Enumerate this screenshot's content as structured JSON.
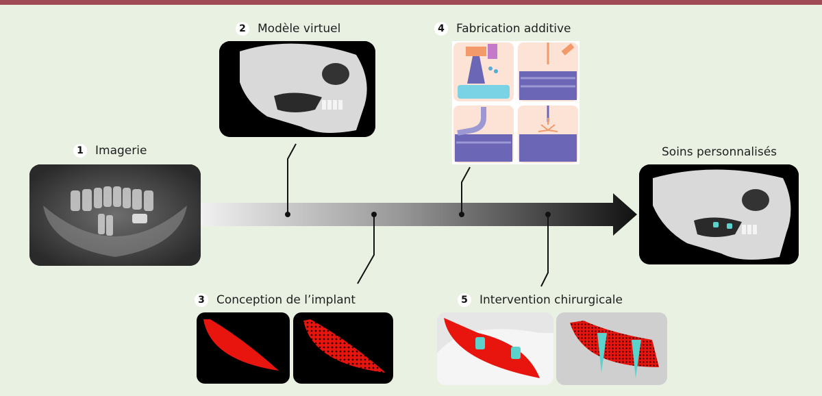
{
  "steps": [
    {
      "num": "1",
      "label": "Imagerie"
    },
    {
      "num": "2",
      "label": "Modèle virtuel"
    },
    {
      "num": "3",
      "label": "Conception de l’implant"
    },
    {
      "num": "4",
      "label": "Fabrication additive"
    },
    {
      "num": "5",
      "label": "Intervention chirurgicale"
    }
  ],
  "final_label": "Soins personnalisés",
  "colors": {
    "accent_bar": "#a04a55",
    "background": "#e9f2e2",
    "implant_red": "#e8150f",
    "abutment_teal": "#5bd2cc",
    "fab_orange": "#f39a6a",
    "fab_purple": "#6b66b6"
  },
  "icons": [
    "x-ray-panorama",
    "virtual-skull-model",
    "implant-design",
    "additive-manufacturing",
    "surgical-intervention",
    "personalized-care-skull"
  ]
}
